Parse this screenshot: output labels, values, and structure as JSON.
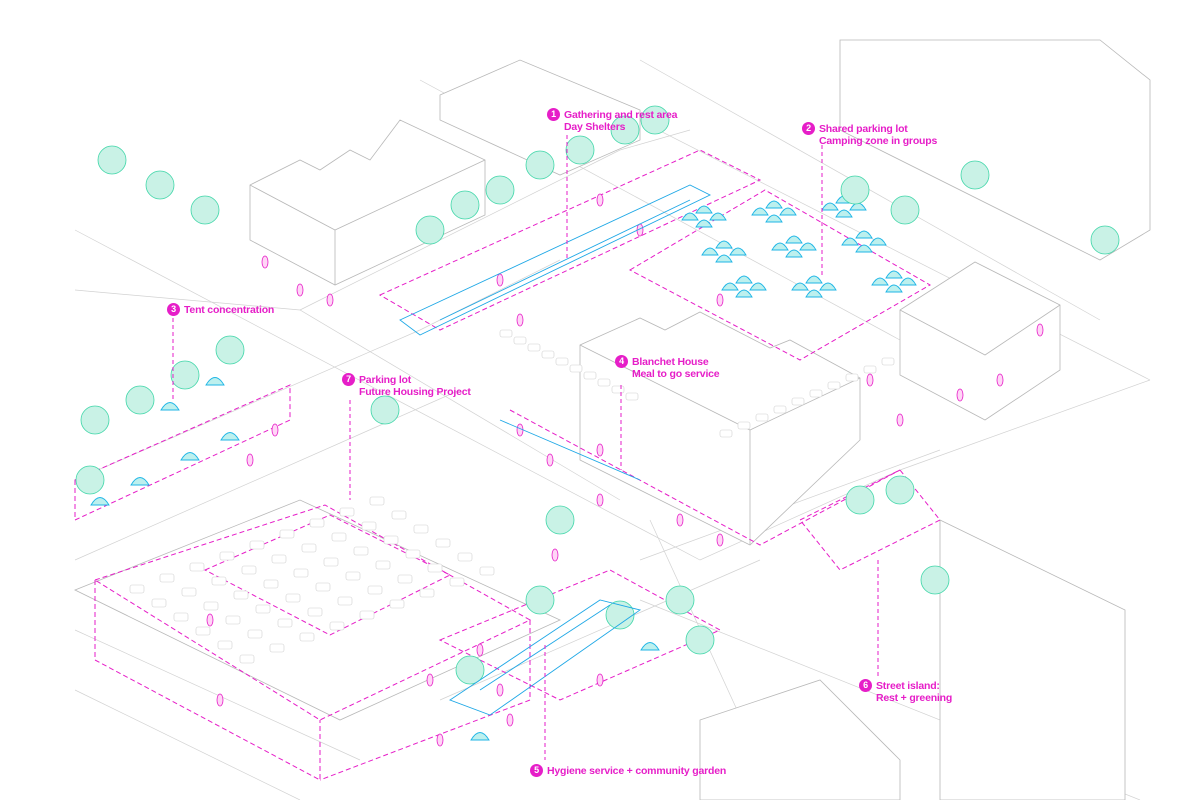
{
  "diagram": {
    "type": "axonometric-site-plan",
    "palette": {
      "annotation": "#e61ec8",
      "vegetation": "#3fd6a8",
      "structures": "#1fb6e6",
      "base_lines": "#b8b8b8"
    },
    "callouts": [
      {
        "number": "1",
        "line1": "Gathering and rest area",
        "line2": "Day Shelters"
      },
      {
        "number": "2",
        "line1": "Shared parking lot",
        "line2": "Camping zone in groups"
      },
      {
        "number": "3",
        "line1": "Tent concentration",
        "line2": ""
      },
      {
        "number": "4",
        "line1": "Blanchet House",
        "line2": "Meal to go service"
      },
      {
        "number": "5",
        "line1": "Hygiene service + community garden",
        "line2": ""
      },
      {
        "number": "6",
        "line1": "Street island:",
        "line2": "Rest + greening"
      },
      {
        "number": "7",
        "line1": "Parking lot",
        "line2": "Future Housing Project"
      }
    ]
  }
}
